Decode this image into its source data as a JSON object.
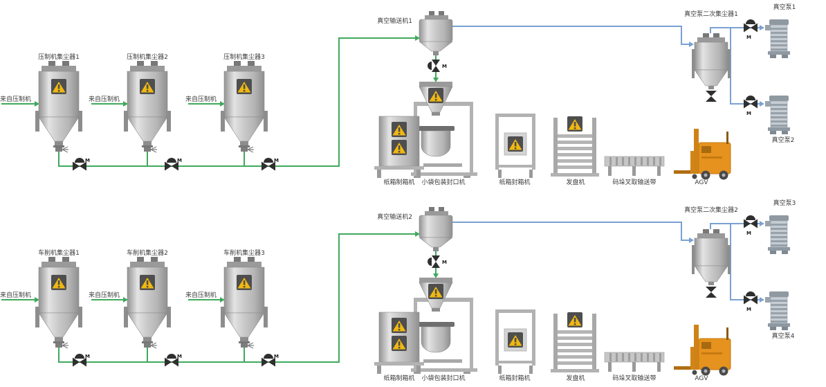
{
  "diagram": {
    "valve_m": "M",
    "rows": [
      {
        "collectors": [
          {
            "label": "压制机集尘器1",
            "source": "来自压制机"
          },
          {
            "label": "压制机集尘器2",
            "source": "来自压制机"
          },
          {
            "label": "压制机集尘器3",
            "source": "来自压制机"
          }
        ],
        "vacuum_conveyor": "真空输送机1",
        "secondary_collector": "真空泵二次集尘器1",
        "pumps": [
          "真空泵1",
          "真空泵2"
        ],
        "equipment": [
          "纸箱制箱机",
          "小袋包装封口机",
          "纸箱封箱机",
          "发盘机",
          "码垛叉取输送带",
          "AGV"
        ]
      },
      {
        "collectors": [
          {
            "label": "车削机集尘器1",
            "source": "来自压制机"
          },
          {
            "label": "车削机集尘器2",
            "source": "来自压制机"
          },
          {
            "label": "车削机集尘器3",
            "source": "来自压制机"
          }
        ],
        "vacuum_conveyor": "真空输送机2",
        "secondary_collector": "真空泵二次集尘器2",
        "pumps": [
          "真空泵3",
          "真空泵4"
        ],
        "equipment": [
          "纸箱制箱机",
          "小袋包装封口机",
          "纸箱封箱机",
          "发盘机",
          "码垛叉取输送带",
          "AGV"
        ]
      }
    ],
    "colors": {
      "pipe_green": "#3fa95c",
      "pipe_blue": "#7aa1d2",
      "equipment_gray": "#b8b8b8",
      "warning_yellow": "#f0b810",
      "warning_bg": "#4e4e4e",
      "agv_orange": "#e6921e",
      "text": "#3a3a3a",
      "background": "#ffffff"
    }
  }
}
